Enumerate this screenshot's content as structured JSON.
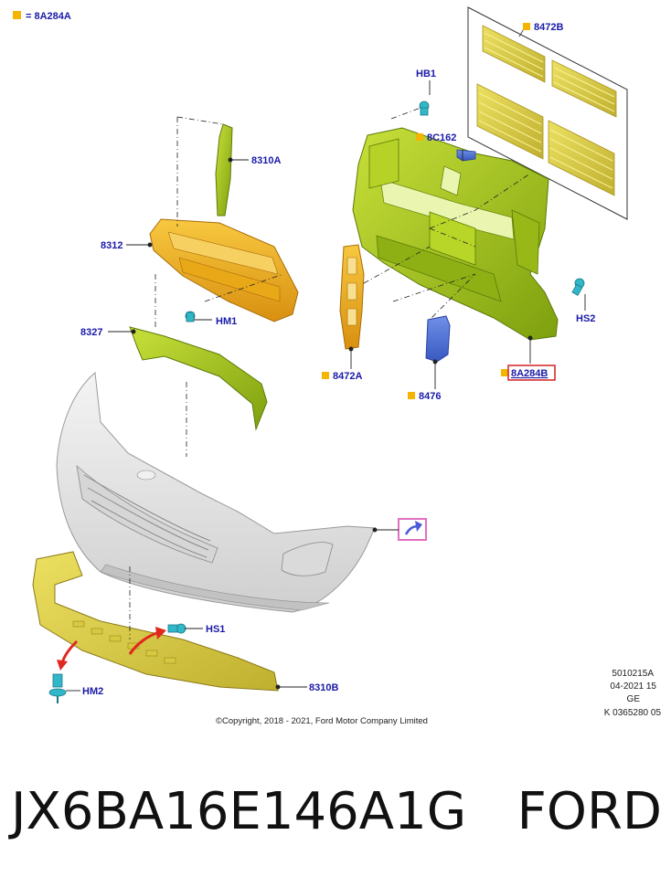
{
  "legend": {
    "swatch_color": "#f5b400",
    "text": "= 8A284A"
  },
  "labels": {
    "p8472B": "8472B",
    "hb1": "HB1",
    "p8C162": "8C162",
    "p8310A": "8310A",
    "p8312": "8312",
    "hm1": "HM1",
    "p8327": "8327",
    "p8472A": "8472A",
    "p8476": "8476",
    "hs2": "HS2",
    "p8A284B": "8A284B",
    "hs1": "HS1",
    "hm2": "HM2",
    "p8310B": "8310B"
  },
  "meta_block": [
    "5010215A",
    "04-2021 15",
    "GE",
    "K 0365280 05"
  ],
  "copyright": "©Copyright, 2018 - 2021, Ford Motor Company Limited",
  "bottom": {
    "part_number": "JX6BA16E146A1G",
    "brand": "FORD"
  },
  "colors": {
    "label_text": "#1a1aa8",
    "orange_marker": "#f5b400",
    "highlight_box": "#d42020",
    "link_box": "#e070c0",
    "grille_green": "#a6c81a",
    "absorber_orange": "#f0b020",
    "arrow_red": "#e0281e",
    "fastener_cyan": "#30b8c8",
    "bumper_gray": "#e4e4e4"
  }
}
